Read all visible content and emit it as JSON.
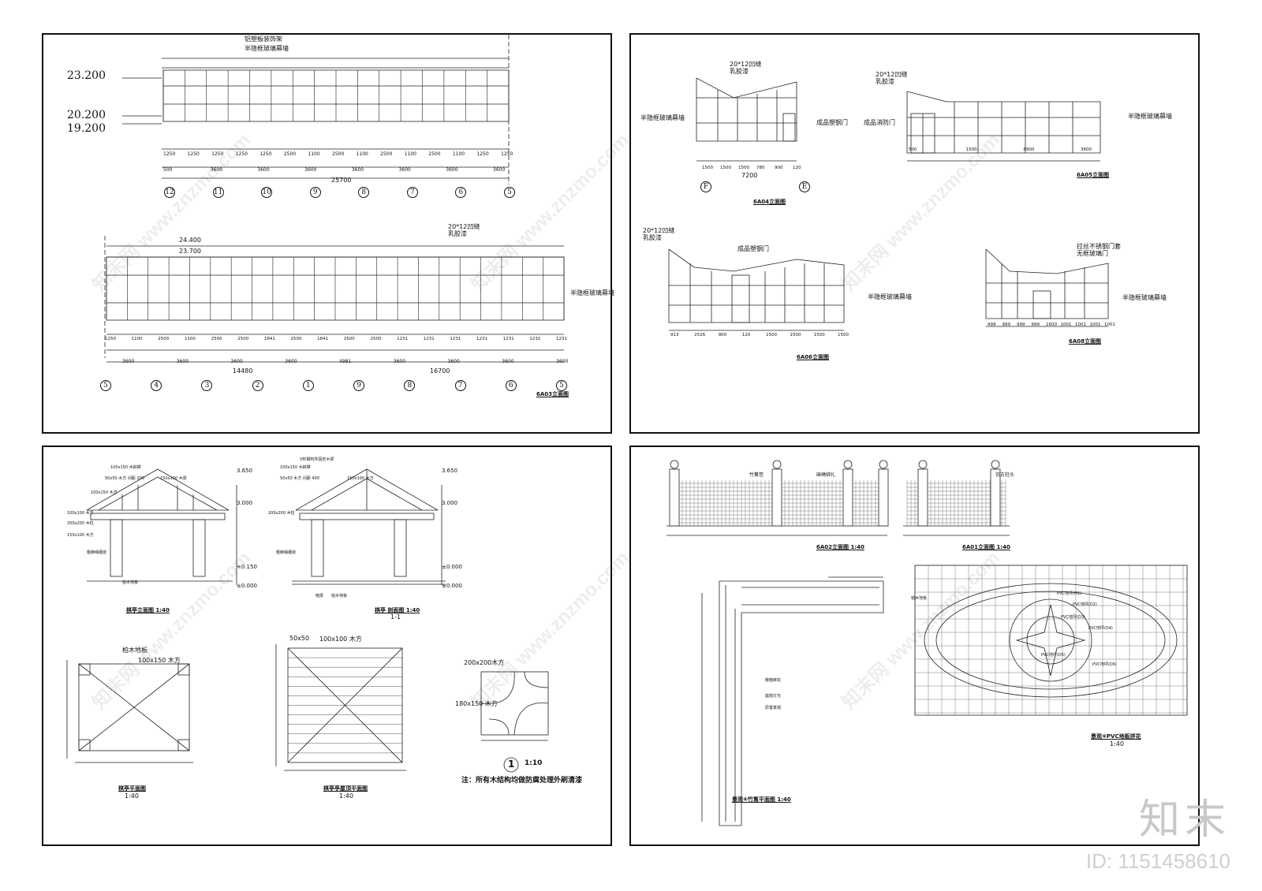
{
  "panel_a": {
    "levels": [
      "23.200",
      "20.200",
      "19.200",
      "24.400",
      "23.700"
    ],
    "annot_top": [
      "铝塑板装饰架",
      "半隐框玻璃幕墙"
    ],
    "annot_mid": [
      "20*12凹缝",
      "乳胶漆"
    ],
    "annot_side": "半隐框玻璃幕墙",
    "dims_row1": [
      "1250",
      "1250",
      "1250",
      "1250",
      "1250",
      "2500",
      "1100",
      "2500",
      "1100",
      "2500",
      "1100",
      "2500",
      "1100",
      "1250",
      "1250"
    ],
    "dims_row2": [
      "500",
      "3600",
      "3600",
      "3600",
      "3600",
      "3600",
      "3600",
      "3600"
    ],
    "total1": "25700",
    "axes1": [
      "12",
      "11",
      "10",
      "9",
      "8",
      "7",
      "6",
      "5"
    ],
    "dims_row3": [
      "1250",
      "1100",
      "2500",
      "1100",
      "2500",
      "2500",
      "1841",
      "2500",
      "1841",
      "2500",
      "2500",
      "1231",
      "1231",
      "1231",
      "1231",
      "1231",
      "1231",
      "1231"
    ],
    "dims_row4": [
      "3600",
      "3600",
      "3600",
      "3600",
      "4981",
      "3600",
      "3600",
      "3600",
      "3600"
    ],
    "total2a": "14480",
    "total2b": "16700",
    "axes2": [
      "5",
      "4",
      "3",
      "2",
      "1",
      "9",
      "8",
      "7",
      "6",
      "5"
    ],
    "caption": "6A03立面图"
  },
  "panel_b": {
    "a04_labels": [
      "20*12凹缝",
      "乳胶漆",
      "半隐框玻璃幕墙",
      "成品塑钢门"
    ],
    "a04_dims": [
      "1500",
      "1500",
      "1500",
      "780",
      "900",
      "120"
    ],
    "a04_total": "7200",
    "a04_axes": [
      "F",
      "E"
    ],
    "a04_caption": "6A04立面图",
    "a05_labels": [
      "20*12凹缝",
      "乳胶漆",
      "成品消防门",
      "半隐框玻璃幕墙"
    ],
    "a05_dims": [
      "500",
      "1500",
      "8900",
      "3600"
    ],
    "a05_caption": "6A05立面图",
    "a06_labels": [
      "20*12凹缝",
      "乳胶漆",
      "成品塑钢门",
      "半隐框玻璃幕墙"
    ],
    "a06_dims": [
      "913",
      "2526",
      "900",
      "120",
      "1500",
      "1500",
      "1500",
      "1500"
    ],
    "a06_caption": "6A06立面图",
    "a08_labels": [
      "拉丝不锈钢门套",
      "无框玻璃门",
      "半隐框玻璃幕墙"
    ],
    "a08_dims": [
      "999",
      "999",
      "999",
      "999",
      "1600",
      "1001",
      "1001",
      "1001",
      "1001"
    ],
    "a08_caption": "6A08立面图"
  },
  "panel_c": {
    "elev_levels": [
      "3.650",
      "3.000",
      "+0.150",
      "±0.000"
    ],
    "elev_labels": [
      "100x150 木斜撑",
      "50x50 木方 间距 200",
      "150x100 木梁",
      "100x150 木方",
      "100x100 木方",
      "200x200 木柱",
      "150x100 木方",
      "粗麻绳缠绕",
      "柏木地板"
    ],
    "elev_caption": "棋亭立面图 1:40",
    "sec_levels": [
      "3.650",
      "3.000",
      "±0.000",
      "±0.000"
    ],
    "sec_labels": [
      "V形钢构件固定木梁",
      "100x150 木斜撑",
      "50x50 木方 间距 400",
      "150x100 木方",
      "200x200 木柱",
      "粗麻绳缠绕",
      "暗梁",
      "柏木地板"
    ],
    "sec_caption": "棋亭 剖面图 1:40",
    "sec_sub": "1-1",
    "plan_labels": [
      "柏木地板",
      "100x150 木方"
    ],
    "plan_caption": "棋亭平面图",
    "plan_scale": "1:40",
    "roof_labels": [
      "50x50",
      "100x100 木方"
    ],
    "roof_caption": "棋亭亭屋顶平面图",
    "roof_scale": "1:40",
    "detail_labels": [
      "200x200木方",
      "180x150 木方"
    ],
    "detail_num": "1",
    "detail_scale": "1:10",
    "note": "注：所有木结构均做防腐处理外刷清漆"
  },
  "panel_d": {
    "a02_caption": "6A02立面图 1:40",
    "a01_caption": "6A01立面图 1:40",
    "fence_labels": [
      "竹篱笆",
      "麻绳绑扎",
      "仿古柱头"
    ],
    "bamboo_labels": [
      "柏木地板",
      "散植麻花",
      "庭院灯光",
      "原置景观"
    ],
    "bamboo_caption": "景观⑥竹篱平面图 1:40",
    "pvc_labels": [
      "PVC地坪(D1)",
      "PVC地坪(D2)",
      "PVC地坪(D3)",
      "PVC地坪(D4)",
      "PVC地坪(D5)",
      "PVC地坪(D6)"
    ],
    "pvc_caption": "景观⑥PVC地板拼花",
    "pvc_scale": "1:40"
  },
  "watermark": "知末网 www.znzmo.com",
  "brand": "知末",
  "image_id": "ID: 1151458610"
}
